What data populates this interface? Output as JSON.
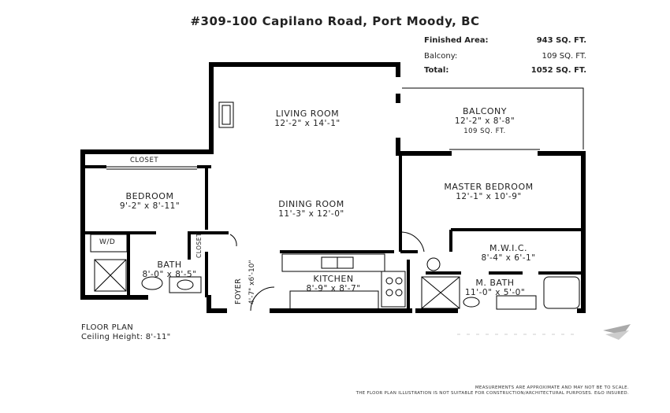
{
  "header": {
    "title": "#309-100 Capilano Road, Port Moody, BC"
  },
  "areas": [
    {
      "label": "Finished Area:",
      "value": "943 SQ. FT.",
      "bold": true
    },
    {
      "label": "Balcony:",
      "value": "109 SQ. FT.",
      "bold": false
    },
    {
      "label": "Total:",
      "value": "1052 SQ. FT.",
      "bold": true
    }
  ],
  "rooms": {
    "living": {
      "name": "LIVING ROOM",
      "dim": "12'-2\" x 14'-1\""
    },
    "balcony": {
      "name": "BALCONY",
      "dim": "12'-2\" x 8'-8\"",
      "area": "109 SQ. FT."
    },
    "closet": {
      "name": "CLOSET"
    },
    "bedroom": {
      "name": "BEDROOM",
      "dim": "9'-2\" x 8'-11\""
    },
    "dining": {
      "name": "DINING ROOM",
      "dim": "11'-3\" x 12'-0\""
    },
    "master": {
      "name": "MASTER BEDROOM",
      "dim": "12'-1\" x 10'-9\""
    },
    "wd": {
      "name": "W/D"
    },
    "closet2": {
      "name": "CLOSET"
    },
    "bath": {
      "name": "BATH",
      "dim": "8'-0\" x 8'-5\""
    },
    "mwic": {
      "name": "M.W.I.C.",
      "dim": "8'-4\" x 6'-1\""
    },
    "foyer": {
      "name": "FOYER",
      "dim": "4'-7\" x6'-10\""
    },
    "kitchen": {
      "name": "KITCHEN",
      "dim": "8'-9\" x 8'-7\""
    },
    "mbath": {
      "name": "M. BATH",
      "dim": "11'-0\" x 5'-0\""
    }
  },
  "plan_info": {
    "heading": "FLOOR PLAN",
    "ceiling": "Ceiling Height: 8'-11\""
  },
  "disclaimer": {
    "line1": "MEASUREMENTS ARE APPROXIMATE AND MAY NOT BE TO SCALE.",
    "line2": "THE FLOOR PLAN ILLUSTRATION IS NOT SUITABLE FOR CONSTRUCTION/ARCHITECTURAL PURPOSES. E&O INSURED."
  },
  "icons": {
    "compass": "compass-icon"
  }
}
